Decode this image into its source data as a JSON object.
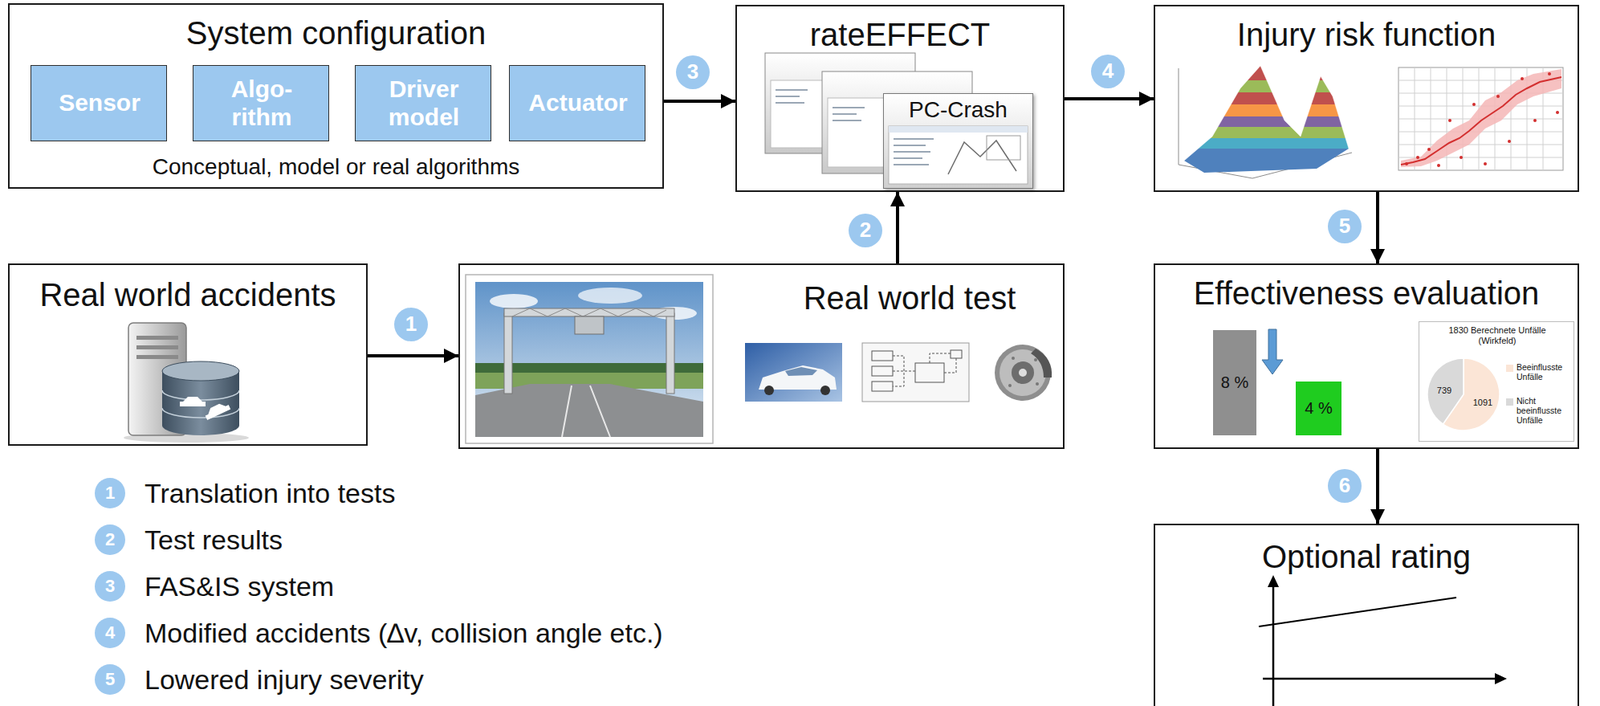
{
  "diagram": {
    "nodes": [
      {
        "text": [
          "System configuration",
          "Conceptual, model or real algorithms"
        ]
      },
      {
        "text": [
          "Sensor"
        ],
        "in": 0
      },
      {
        "text": [
          "Algo- rithm"
        ],
        "in": 0
      },
      {
        "text": [
          "Driver model"
        ],
        "in": 0
      },
      {
        "text": [
          "Actuator"
        ],
        "in": 0
      },
      {
        "text": [
          "rateEFFECT"
        ]
      },
      {
        "text": [
          "PC-Crash"
        ],
        "in": 5
      },
      {
        "text": [
          "Injury risk function"
        ]
      },
      {
        "text": [
          "Real world accidents"
        ]
      },
      {
        "text": [
          "Real world test"
        ]
      },
      {
        "text": [
          "Effectiveness evaluation"
        ]
      },
      {
        "text": [
          "8 %"
        ],
        "in": 10
      },
      {
        "text": [
          "4 %"
        ],
        "in": 10
      },
      {
        "text": [
          "1830 Berechnete Unfälle (Wirkfeld)"
        ],
        "in": 10
      },
      {
        "text": [
          "Optional rating"
        ]
      }
    ],
    "edges": [
      {
        "from": 8,
        "to": 9,
        "arrow": "to",
        "label": "1"
      },
      {
        "from": 9,
        "to": 5,
        "arrow": "to",
        "label": "2"
      },
      {
        "from": 0,
        "to": 5,
        "arrow": "to",
        "label": "3"
      },
      {
        "from": 5,
        "to": 7,
        "arrow": "to",
        "label": "4"
      },
      {
        "from": 7,
        "to": 10,
        "arrow": "to",
        "label": "5"
      },
      {
        "from": 10,
        "to": 14,
        "arrow": "to",
        "label": "6"
      }
    ],
    "labels": [
      "1",
      "Translation into tests",
      "2",
      "Test results",
      "3",
      "FAS&IS system",
      "4",
      "Modified accidents (∆v, collision angle etc.)",
      "5",
      "Lowered injury severity",
      "739",
      "1091"
    ],
    "legend": [
      {
        "text": "Beeinflusste Unfälle",
        "color": "#fbe5d6"
      },
      {
        "text": "Nicht beeinflusste Unfälle",
        "color": "#d9d9d9"
      }
    ]
  }
}
